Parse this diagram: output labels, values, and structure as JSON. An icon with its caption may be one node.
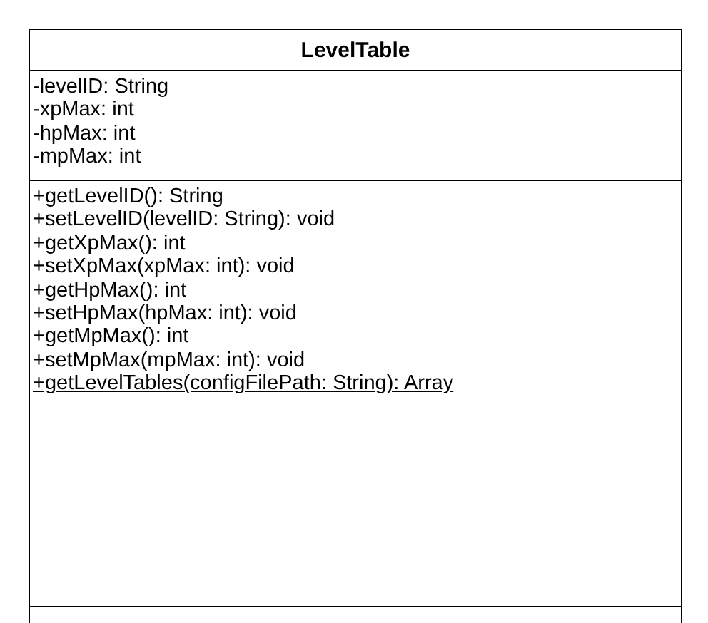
{
  "diagram": {
    "nodes": [
      {
        "text": [
          "LevelTable"
        ]
      },
      {
        "text": [
          "-levelID: String",
          "-xpMax: int",
          "-hpMax: int",
          "-mpMax: int"
        ],
        "in": 0
      },
      {
        "text": [
          "+getLevelID(): String",
          "+setLevelID(levelID: String): void",
          "+getXpMax(): int",
          "+setXpMax(xpMax: int): void",
          "+getHpMax(): int",
          "+setHpMax(hpMax: int): void",
          "+getMpMax(): int",
          "+setMpMax(mpMax: int): void",
          "+getLevelTables(configFilePath: String): Array"
        ],
        "in": 0
      }
    ]
  }
}
